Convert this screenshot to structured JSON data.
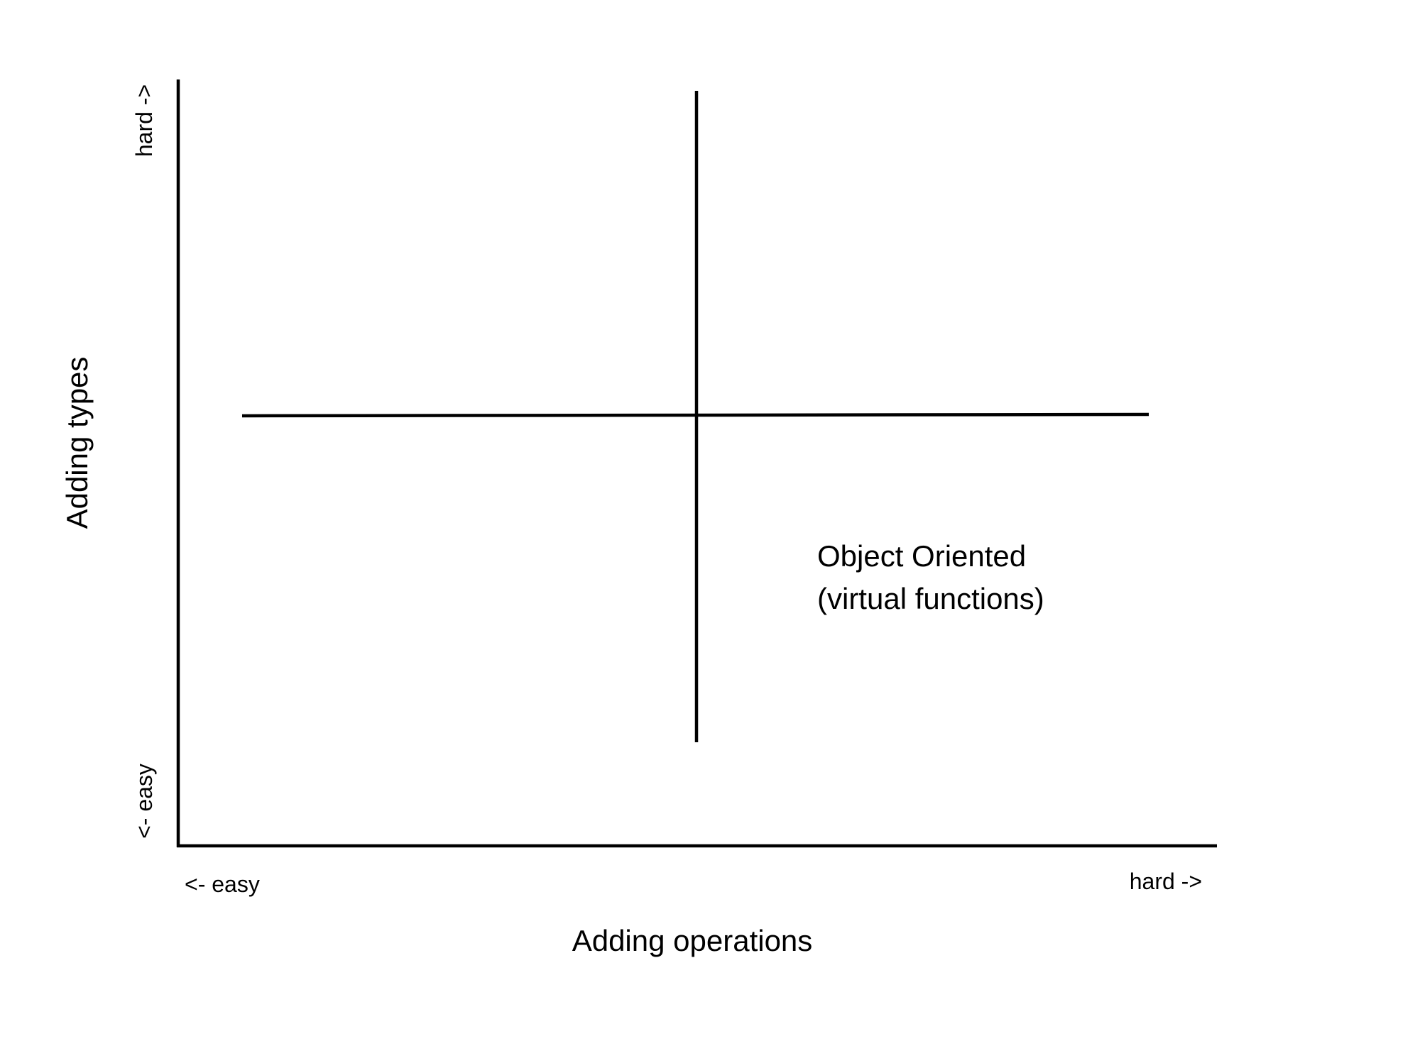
{
  "x_axis": {
    "title": "Adding operations",
    "low_label": "<- easy",
    "high_label": "hard ->"
  },
  "y_axis": {
    "title": "Adding types",
    "low_label": "<- easy",
    "high_label": "hard ->"
  },
  "quadrants": {
    "bottom_right": {
      "line1": "Object Oriented",
      "line2": "(virtual functions)"
    }
  }
}
